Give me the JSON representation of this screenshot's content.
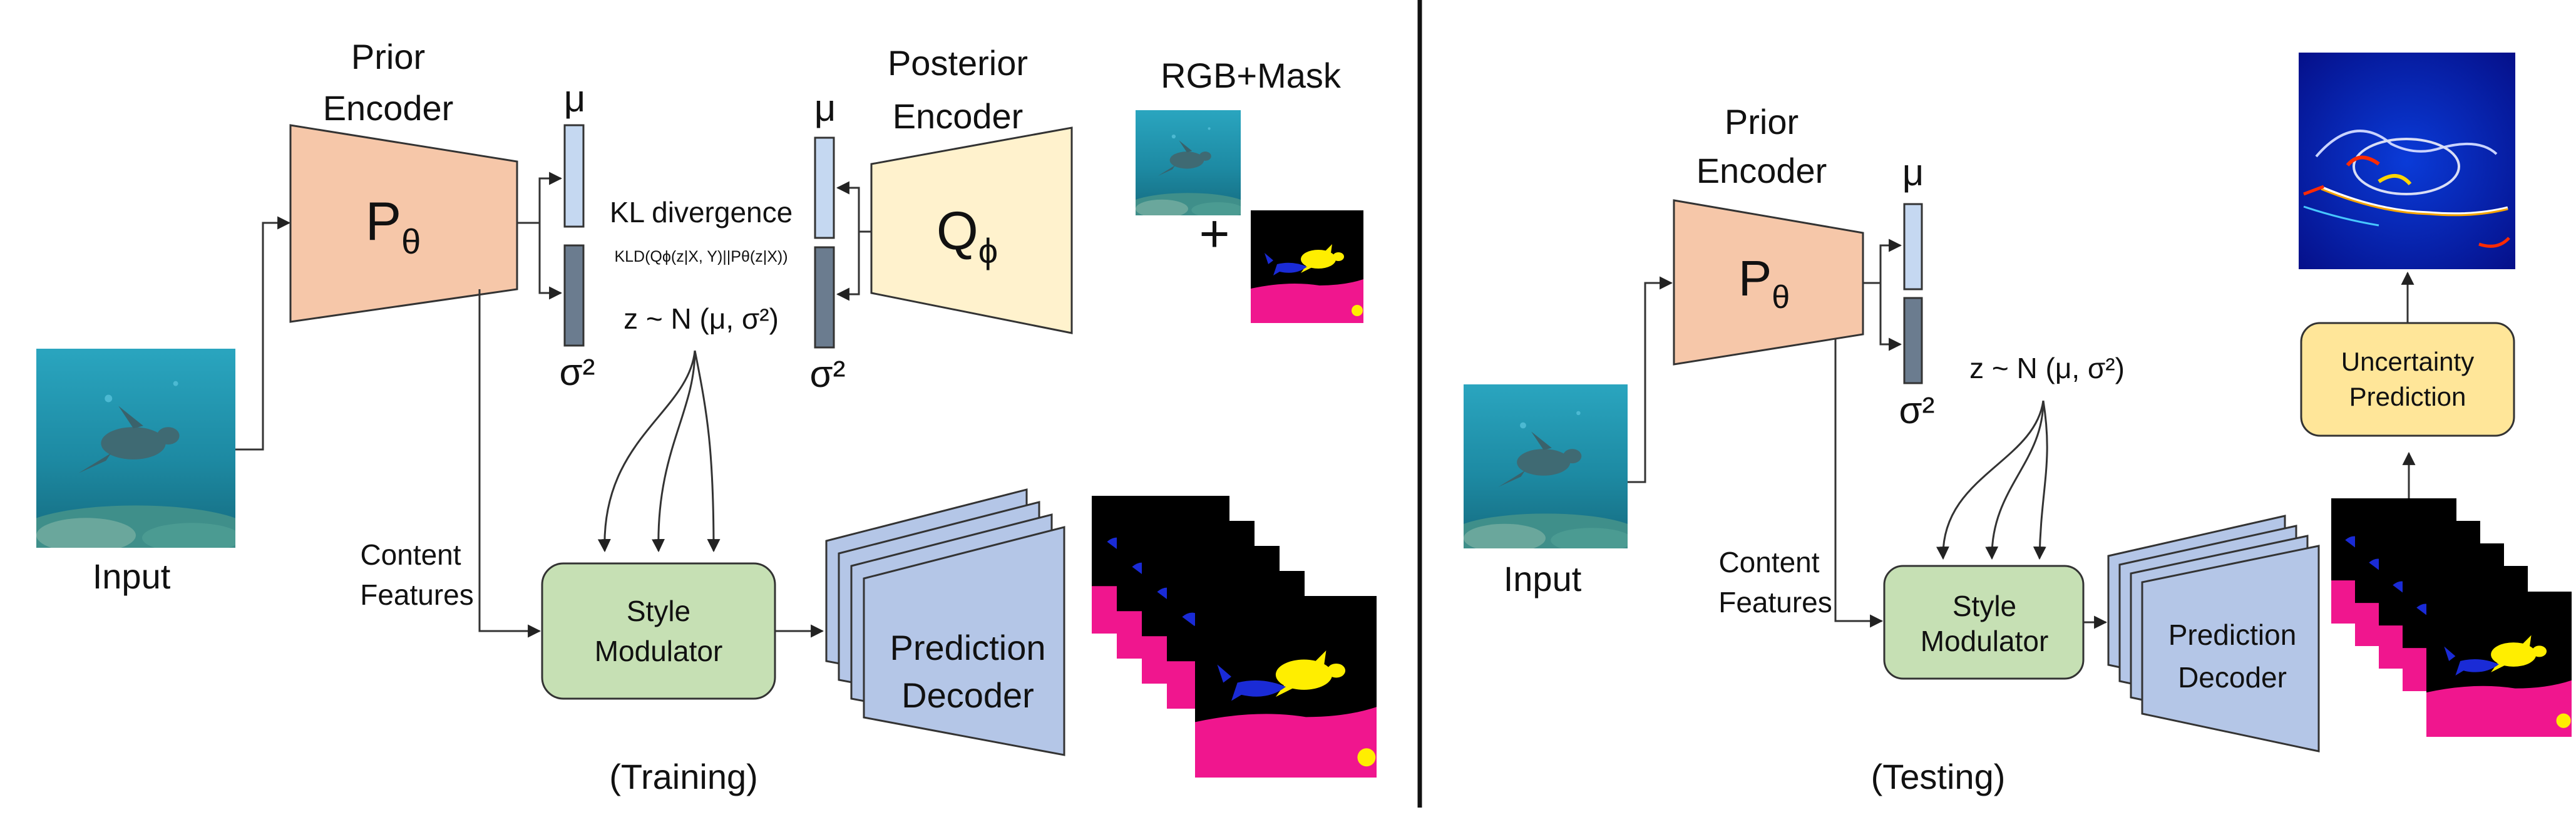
{
  "colors": {
    "prior_encoder": "#f6c7a9",
    "posterior_encoder": "#fff2cd",
    "style_modulator": "#c6e0b4",
    "decoder": "#b4c6e7",
    "uncertainty": "#ffe699",
    "mu_bar": "#c5d8f1",
    "sigma_bar": "#6b7c8f",
    "water": "#1f8ca6",
    "mask_bg": "#000000",
    "mask_fish": "#1a2bd6",
    "mask_turtle": "#ffee00",
    "mask_seabed": "#f0168e"
  },
  "training": {
    "prior_encoder_title_1": "Prior",
    "prior_encoder_title_2": "Encoder",
    "prior_symbol": "P",
    "prior_sub": "θ",
    "mu_label": "μ",
    "sigma_label": "σ²",
    "kl_title": "KL divergence",
    "kl_formula": "KLD(Qϕ(z|X, Y)||Pθ(z|X))",
    "z_dist": "z ~ N (μ, σ²)",
    "posterior_mu_label": "μ",
    "posterior_sigma_label": "σ²",
    "posterior_encoder_title_1": "Posterior",
    "posterior_encoder_title_2": "Encoder",
    "posterior_symbol": "Q",
    "posterior_sub": "ϕ",
    "rgb_mask_title": "RGB+Mask",
    "plus_sign": "+",
    "input_label": "Input",
    "content_features_1": "Content",
    "content_features_2": "Features",
    "style_modulator_1": "Style",
    "style_modulator_2": "Modulator",
    "decoder_1": "Prediction",
    "decoder_2": "Decoder",
    "phase_label": "(Training)"
  },
  "testing": {
    "prior_encoder_title_1": "Prior",
    "prior_encoder_title_2": "Encoder",
    "prior_symbol": "P",
    "prior_sub": "θ",
    "mu_label": "μ",
    "sigma_label": "σ²",
    "z_dist": "z ~ N (μ, σ²)",
    "input_label": "Input",
    "content_features_1": "Content",
    "content_features_2": "Features",
    "style_modulator_1": "Style",
    "style_modulator_2": "Modulator",
    "decoder_1": "Prediction",
    "decoder_2": "Decoder",
    "uncertainty_1": "Uncertainty",
    "uncertainty_2": "Prediction",
    "phase_label": "(Testing)"
  }
}
